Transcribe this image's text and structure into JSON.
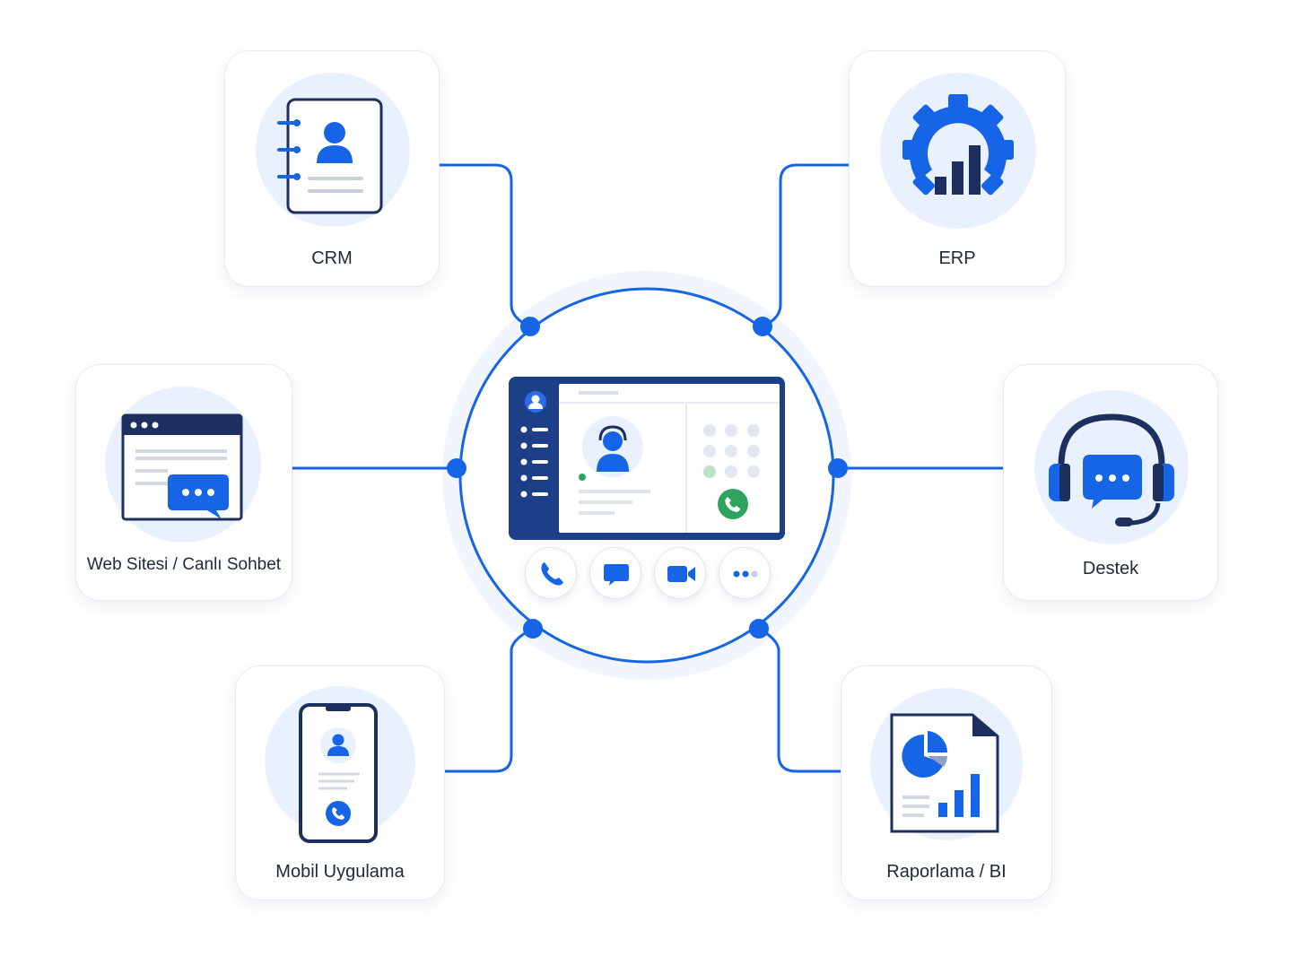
{
  "nodes": {
    "crm": {
      "label": "CRM"
    },
    "erp": {
      "label": "ERP"
    },
    "web": {
      "label": "Web Sitesi / Canlı Sohbet"
    },
    "dest": {
      "label": "Destek"
    },
    "mob": {
      "label": "Mobil Uygulama"
    },
    "rap": {
      "label": "Raporlama / BI"
    }
  },
  "hub": {
    "actions": [
      "phone-icon",
      "chat-icon",
      "video-icon",
      "more-icon"
    ]
  },
  "colors": {
    "accent": "#1565e6",
    "dark_navy": "#1c2f5e",
    "halo": "#eaf1fe",
    "call_green": "#2fa35d"
  }
}
